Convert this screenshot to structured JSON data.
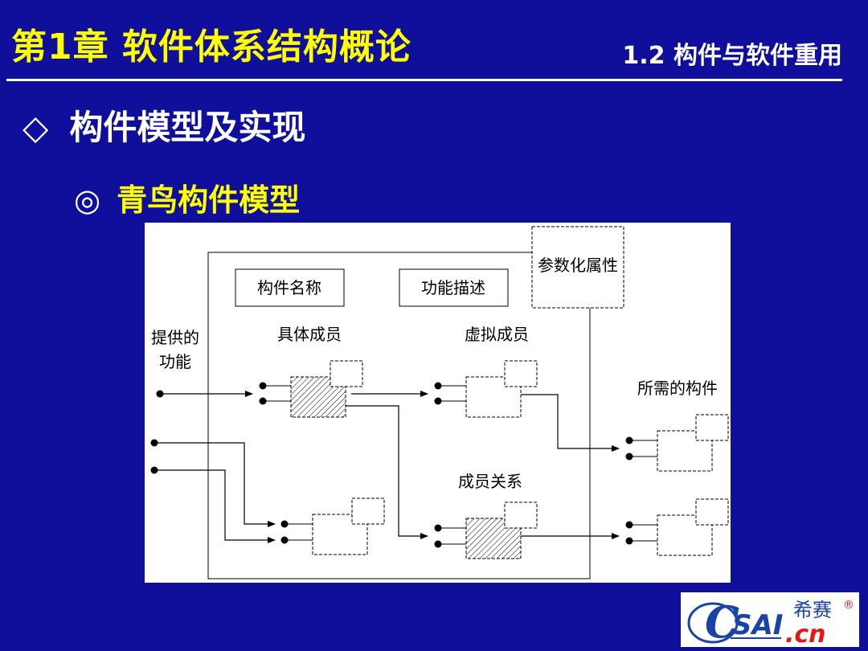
{
  "header": {
    "title": "第1章  软件体系结构概论",
    "section": "1.2 构件与软件重用"
  },
  "content": {
    "heading_bullet": "◇",
    "heading": "构件模型及实现",
    "subheading_bullet": "◎",
    "subheading": "青鸟构件模型"
  },
  "diagram": {
    "param_attr": "参数化属性",
    "component_name": "构件名称",
    "func_desc": "功能描述",
    "provided_func_line1": "提供的",
    "provided_func_line2": "功能",
    "concrete_member": "具体成员",
    "virtual_member": "虚拟成员",
    "required_component": "所需的构件",
    "member_relation": "成员关系"
  },
  "logo": {
    "text_cn": "希赛",
    "text_sai": "SAI",
    "text_domain": ".cn",
    "registered": "®",
    "colors": {
      "red": "#e8161b",
      "blue": "#1a43a8"
    }
  }
}
